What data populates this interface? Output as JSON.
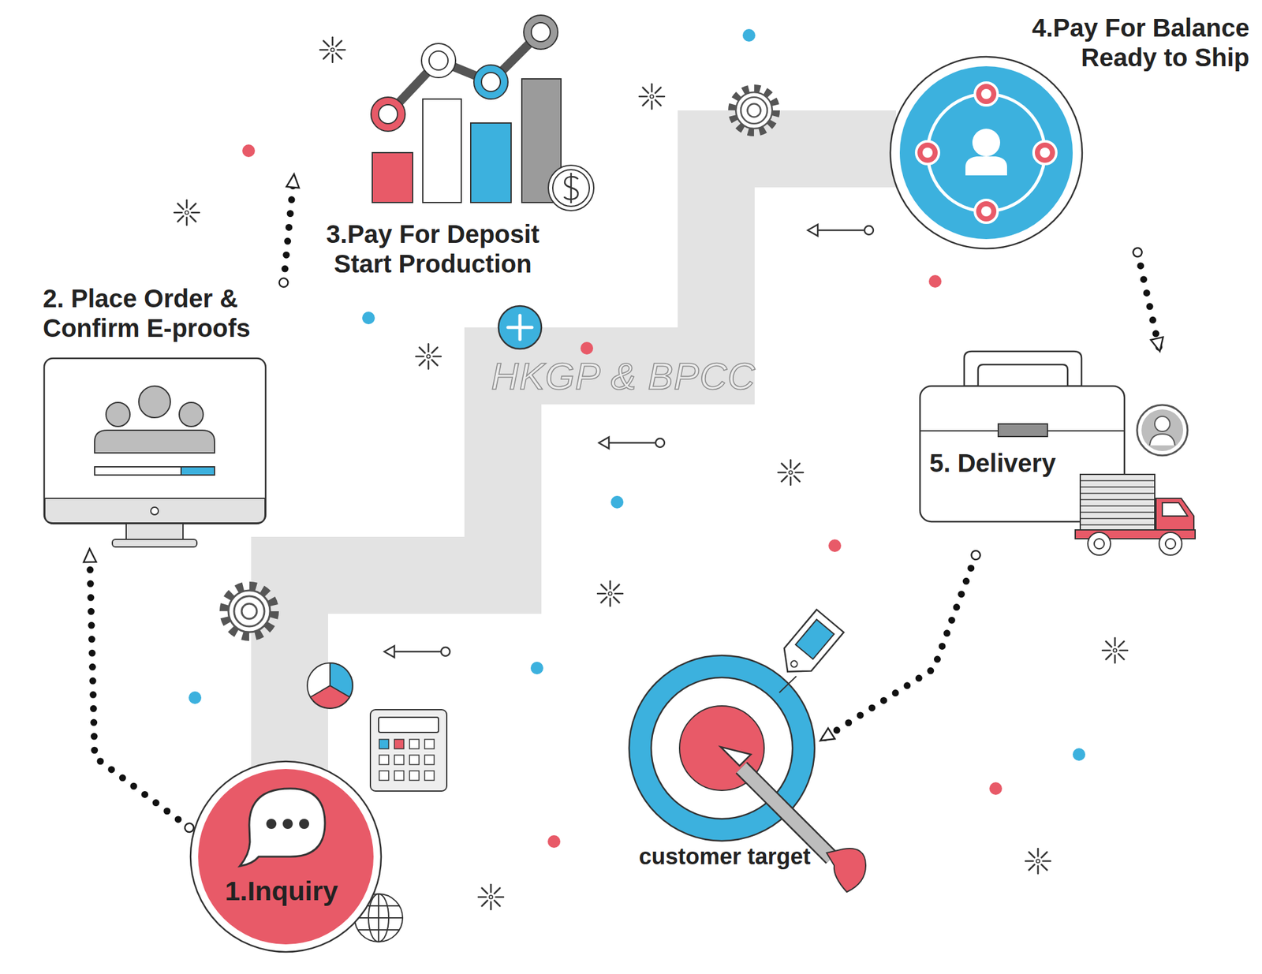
{
  "diagram": {
    "nodes": [
      {
        "text": [
          "1.Inquiry"
        ]
      },
      {
        "text": [
          "2. Place Order & Confirm E-proofs"
        ]
      },
      {
        "text": [
          "3.Pay For Deposit Start Production"
        ]
      },
      {
        "text": [
          "4.Pay For Balance Ready to Ship"
        ]
      },
      {
        "text": [
          "5. Delivery"
        ]
      },
      {
        "text": [
          "customer target"
        ]
      }
    ],
    "edges": [
      {
        "from": 0,
        "to": 1,
        "arrow": "to"
      },
      {
        "from": 1,
        "to": 2,
        "arrow": "to"
      },
      {
        "from": 3,
        "to": 4,
        "arrow": "to"
      },
      {
        "from": 4,
        "to": 5,
        "arrow": "to"
      }
    ],
    "labels": [
      "HKGP & BPCC"
    ]
  }
}
